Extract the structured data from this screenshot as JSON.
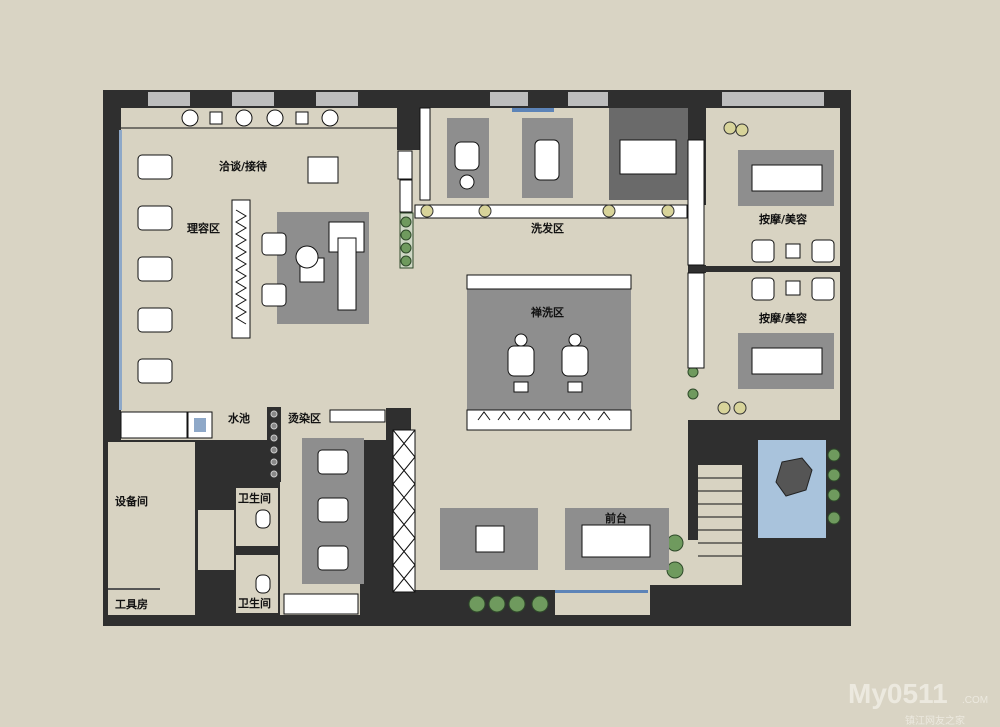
{
  "plan": {
    "rooms": {
      "reception": "洽谈/接待",
      "grooming": "理容区",
      "washing": "洗发区",
      "massage_top": "按摩/美容",
      "massage_bottom": "按摩/美容",
      "zen_wash": "禅洗区",
      "sink": "水池",
      "perm_dye": "烫染区",
      "equipment": "设备间",
      "restroom_top": "卫生间",
      "restroom_bottom": "卫生间",
      "tool_room": "工具房",
      "front_desk": "前台"
    },
    "colors": {
      "background": "#d9d4c4",
      "wall": "#2f2f2f",
      "floor": "#d8d3c2",
      "gray_zone": "#8e8e8e",
      "dark_zone": "#6a6a6a",
      "water": "#a9c3dc",
      "plant": "#6f9a5e"
    }
  },
  "watermark": {
    "brand": "My0511",
    "domain": ".COM",
    "subtitle": "镇江网友之家"
  }
}
